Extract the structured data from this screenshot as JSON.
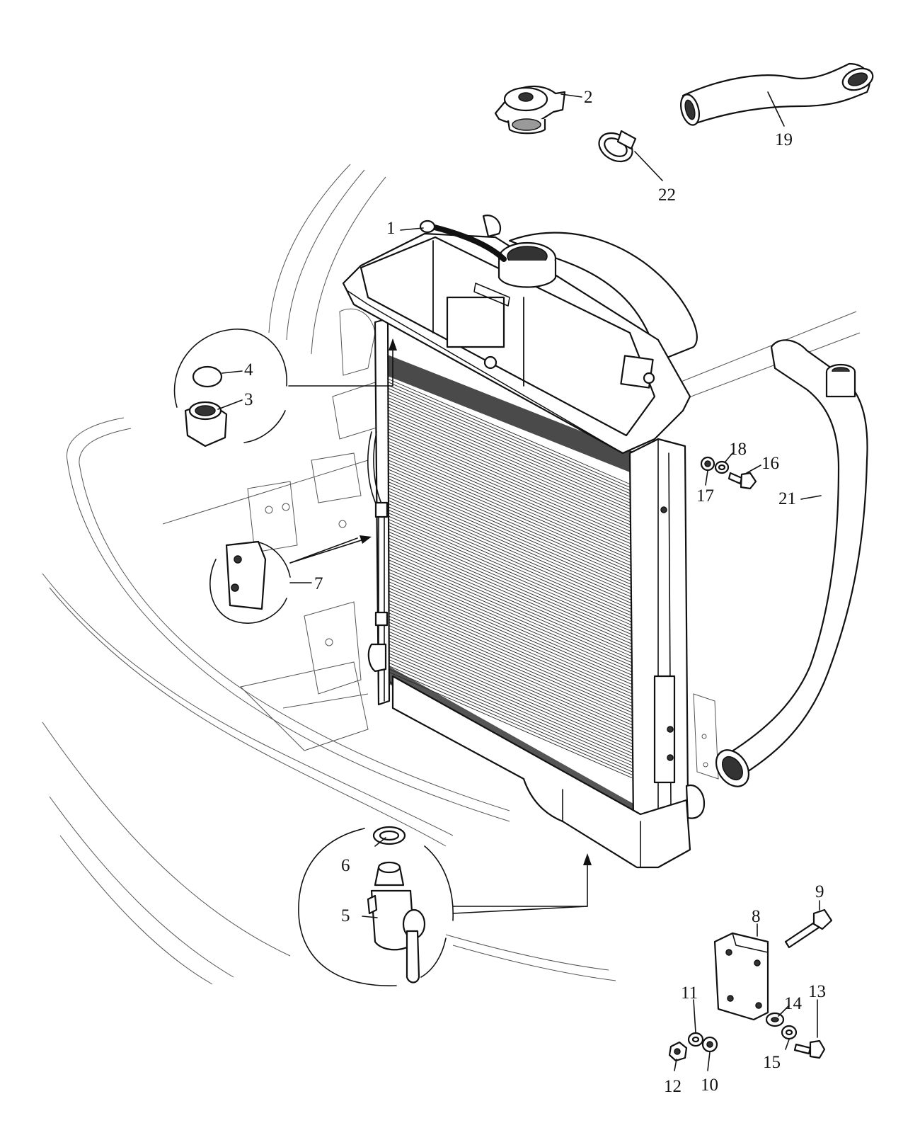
{
  "callouts": [
    {
      "id": "1",
      "text": "1"
    },
    {
      "id": "2",
      "text": "2"
    },
    {
      "id": "3",
      "text": "3"
    },
    {
      "id": "4",
      "text": "4"
    },
    {
      "id": "5",
      "text": "5"
    },
    {
      "id": "6",
      "text": "6"
    },
    {
      "id": "7",
      "text": "7"
    },
    {
      "id": "8",
      "text": "8"
    },
    {
      "id": "9",
      "text": "9"
    },
    {
      "id": "10",
      "text": "10"
    },
    {
      "id": "11",
      "text": "11"
    },
    {
      "id": "12",
      "text": "12"
    },
    {
      "id": "13",
      "text": "13"
    },
    {
      "id": "14",
      "text": "14"
    },
    {
      "id": "15",
      "text": "15"
    },
    {
      "id": "16",
      "text": "16"
    },
    {
      "id": "17",
      "text": "17"
    },
    {
      "id": "18",
      "text": "18"
    },
    {
      "id": "19",
      "text": "19"
    },
    {
      "id": "21",
      "text": "21"
    },
    {
      "id": "22",
      "text": "22"
    }
  ]
}
